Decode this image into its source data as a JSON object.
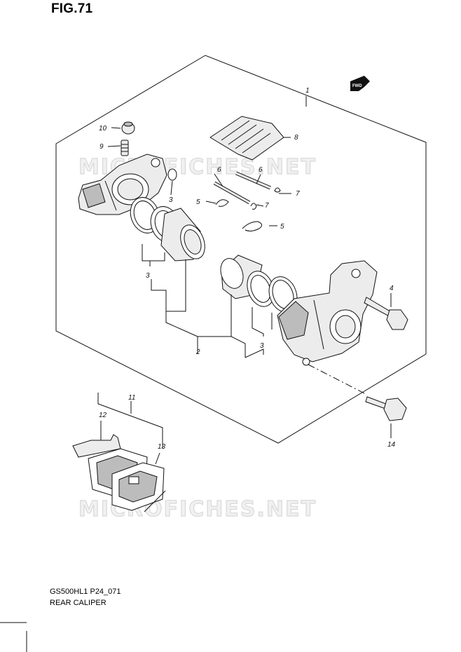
{
  "figure": {
    "title": "FIG.71"
  },
  "footer": {
    "model_code": "GS500HL1 P24_071",
    "name": "REAR CALIPER"
  },
  "watermark": {
    "text": "MICROFICHES.NET"
  },
  "direction_badge": {
    "text": "FWD"
  },
  "callouts": {
    "c1": "1",
    "c2": "2",
    "c3a": "3",
    "c3b": "3",
    "c3c": "3",
    "c4": "4",
    "c5a": "5",
    "c5b": "5",
    "c6a": "6",
    "c6b": "6",
    "c7a": "7",
    "c7b": "7",
    "c8": "8",
    "c9": "9",
    "c10": "10",
    "c11": "11",
    "c12": "12",
    "c13": "13",
    "c14": "14"
  }
}
